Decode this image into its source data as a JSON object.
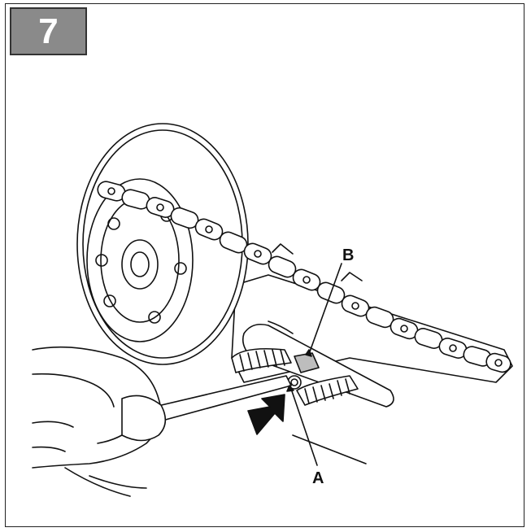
{
  "step": {
    "number": "7",
    "badge_color": "#8a8a8a"
  },
  "callouts": {
    "a": "A",
    "b": "B"
  },
  "colors": {
    "line": "#111111",
    "paper": "#ffffff",
    "arrow": "#111111",
    "tab": "#bdbdbd"
  },
  "icons": {
    "push_arrow": "push-direction-arrow-icon"
  }
}
